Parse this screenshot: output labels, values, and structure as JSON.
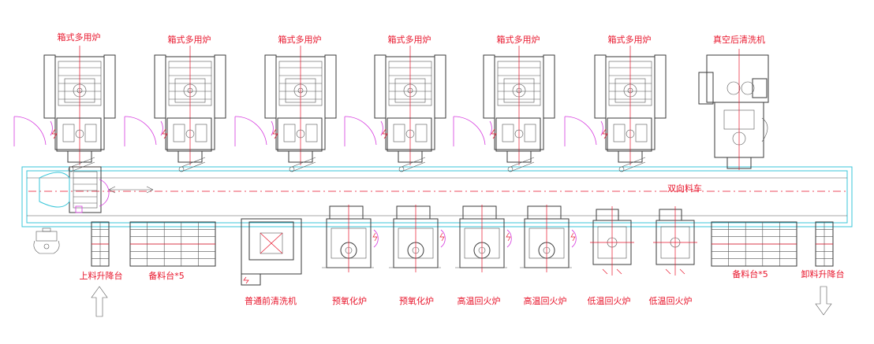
{
  "diagram": {
    "top_row": {
      "multipurpose_furnace_label": "箱式多用炉",
      "multipurpose_furnace_count": 6,
      "vacuum_washer_label": "真空后清洗机"
    },
    "shuttle_label": "双向料车",
    "bottom_row": {
      "loading_lift": "上料升降台",
      "buffer_left": "备料台*5",
      "pre_washer": "普通前清洗机",
      "preoxidation_1": "预氧化炉",
      "preoxidation_2": "预氧化炉",
      "high_temper_1": "高温回火炉",
      "high_temper_2": "高温回火炉",
      "low_temper_1": "低温回火炉",
      "low_temper_2": "低温回火炉",
      "buffer_right": "备料台*5",
      "unloading_lift": "卸料升降台"
    },
    "colors": {
      "label_red": "#e8152b",
      "track_cyan": "#39c6d9",
      "door_magenta": "#d63adf",
      "ink": "#3a3a3a"
    }
  }
}
